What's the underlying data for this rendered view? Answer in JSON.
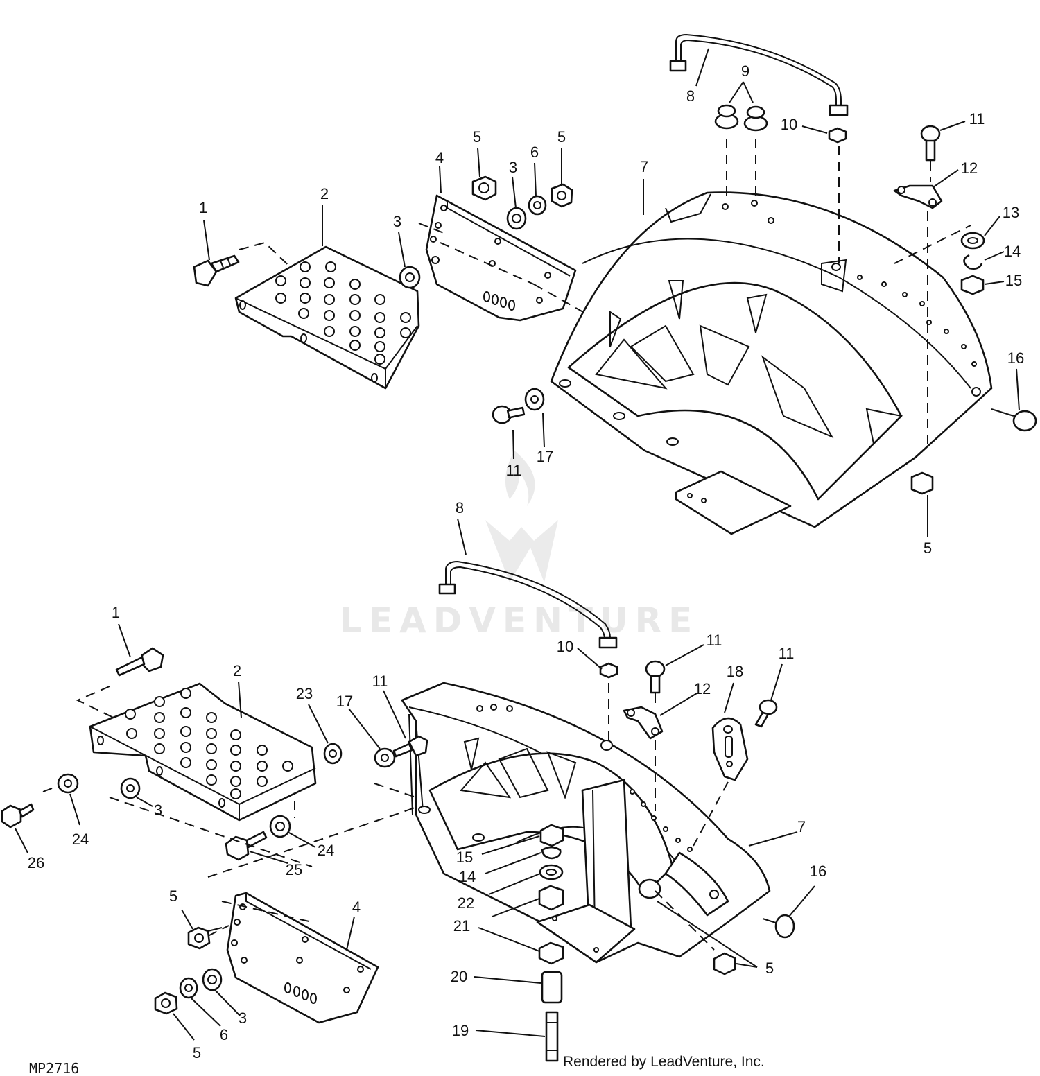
{
  "drawing": {
    "code": "MP2716",
    "credit": "Rendered by LeadVenture, Inc.",
    "watermark": "LEADVENTURE"
  },
  "callouts_top": {
    "c1": "1",
    "c2": "2",
    "c3a": "3",
    "c3b": "3",
    "c4": "4",
    "c5a": "5",
    "c5b": "5",
    "c5c": "5",
    "c6": "6",
    "c7": "7",
    "c8": "8",
    "c9": "9",
    "c10": "10",
    "c11a": "11",
    "c11b": "11",
    "c12": "12",
    "c13": "13",
    "c14": "14",
    "c15": "15",
    "c16": "16",
    "c17": "17"
  },
  "callouts_bottom": {
    "c1": "1",
    "c2": "2",
    "c3a": "3",
    "c3b": "3",
    "c4": "4",
    "c5a": "5",
    "c5b": "5",
    "c5c": "5",
    "c6": "6",
    "c7": "7",
    "c8": "8",
    "c10": "10",
    "c11a": "11",
    "c11b": "11",
    "c11c": "11",
    "c12": "12",
    "c14": "14",
    "c15": "15",
    "c16": "16",
    "c17": "17",
    "c18": "18",
    "c19": "19",
    "c20": "20",
    "c21": "21",
    "c22": "22",
    "c23": "23",
    "c24a": "24",
    "c24b": "24",
    "c25": "25",
    "c26": "26"
  }
}
